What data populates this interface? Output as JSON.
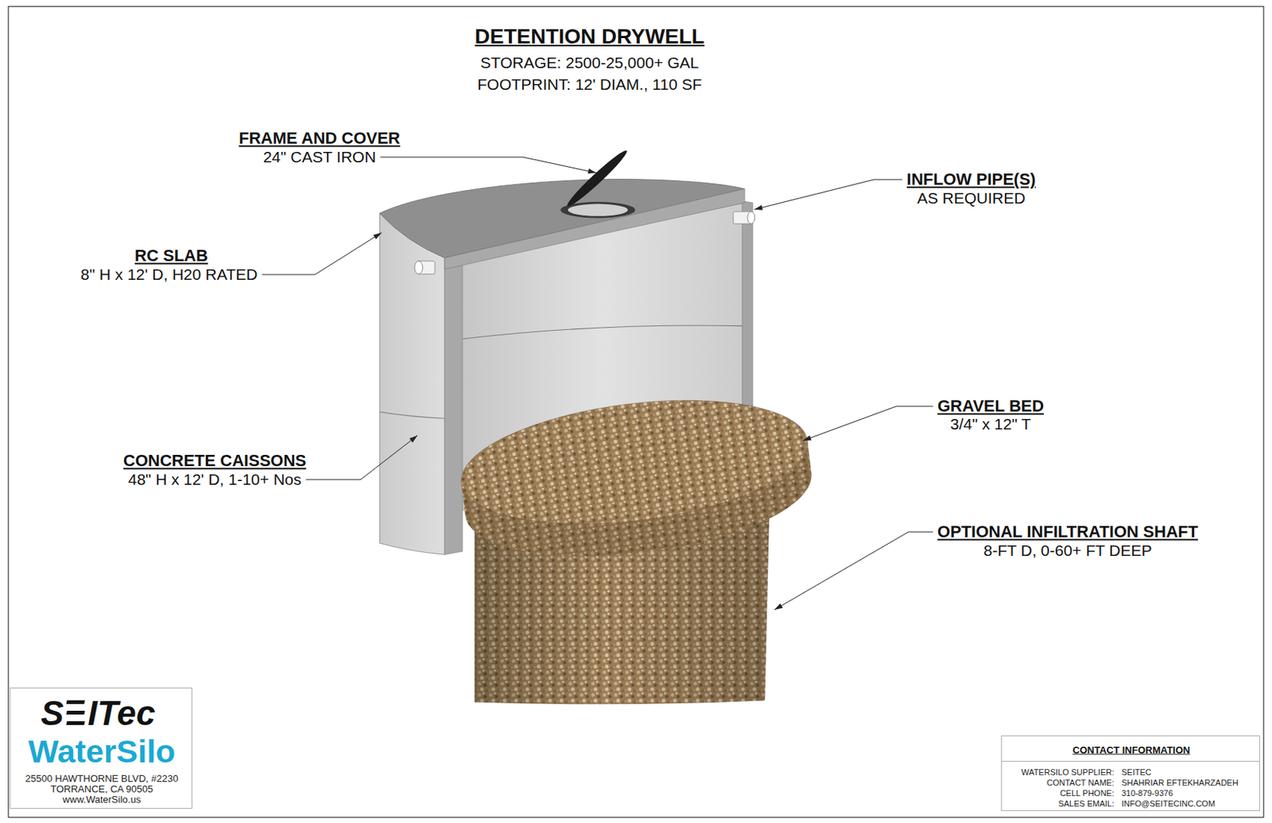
{
  "diagram": {
    "title": "DETENTION DRYWELL",
    "nodes": [
      {
        "text": [
          "S",
          "ITec",
          "WaterSilo",
          "25500 HAWTHORNE BLVD, #2230",
          "TORRANCE, CA 90505",
          "www.WaterSilo.us"
        ]
      },
      {
        "text": [
          "CONTACT INFORMATION",
          "WATERSILO SUPPLIER:",
          "SEITEC",
          "CONTACT NAME:",
          "SHAHRIAR EFTEKHARZADEH",
          "CELL PHONE:",
          "310-879-9376",
          "SALES EMAIL:",
          "INFO@SEITECINC.COM"
        ]
      }
    ],
    "labels": [
      "STORAGE: 2500-25,000+ GAL",
      "FOOTPRINT: 12' DIAM., 110 SF",
      "FRAME AND COVER",
      "24\" CAST IRON",
      "INFLOW PIPE(S)",
      "AS REQUIRED",
      "RC SLAB",
      "8\" H x 12' D, H20 RATED",
      "GRAVEL BED",
      "3/4\" x 12\" T",
      "CONCRETE CAISSONS",
      "48\" H x 12' D, 1-10+ Nos",
      "OPTIONAL INFILTRATION SHAFT",
      "8-FT D, 0-60+ FT DEEP"
    ]
  }
}
